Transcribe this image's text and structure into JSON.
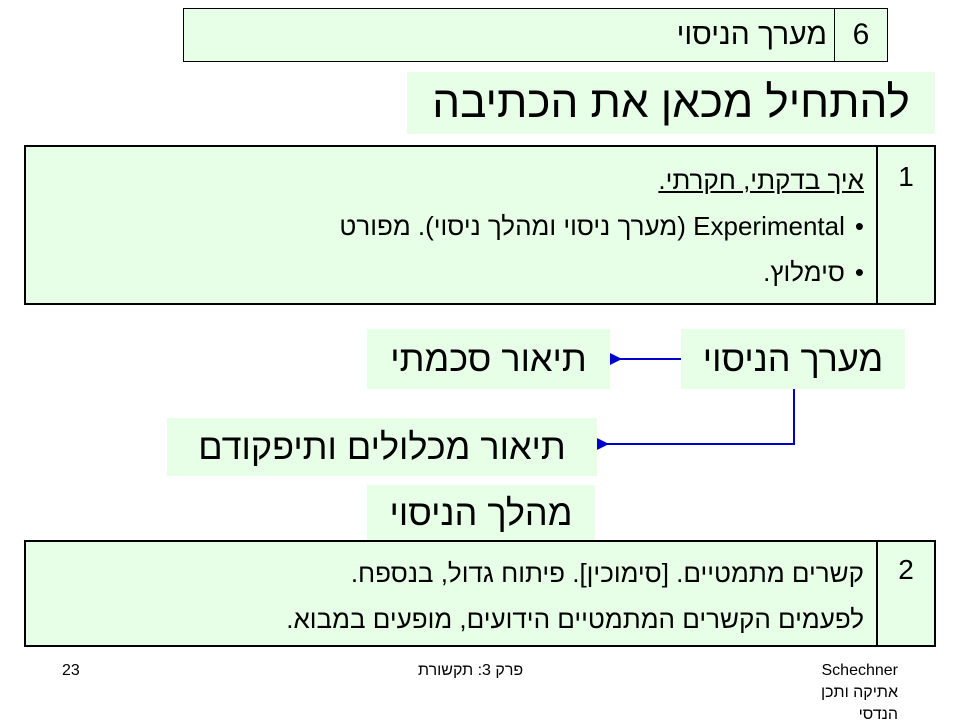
{
  "top_table": {
    "number": "6",
    "title": "מערך הניסוי"
  },
  "start_heading": "להתחיל מכאן את הכתיבה",
  "step1": {
    "number": "1",
    "heading": "איך בדקתי, חקרתי.",
    "bullets": [
      "Experimental (מערך ניסוי ומהלך ניסוי). מפורט",
      "סימלוץ."
    ]
  },
  "diagram": {
    "setup": "מערך הניסוי",
    "schematic": "תיאור סכמתי",
    "components": "תיאור מכלולים ותיפקודם",
    "procedure": "מהלך הניסוי",
    "arrow_color": "#0000cc"
  },
  "step2": {
    "number": "2",
    "lines": [
      "קשרים מתמטיים. [סימוכין]. פיתוח גדול, בנספח.",
      "לפעמים הקשרים המתמטיים הידועים, מופעים במבוא."
    ]
  },
  "footer": {
    "author": "Schechner אתיקה ותכן הנדסי",
    "chapter": "פרק 3: תקשורת",
    "page": "23"
  },
  "colors": {
    "box_bg": "#e6ffe6",
    "arrow": "#0000cc"
  }
}
